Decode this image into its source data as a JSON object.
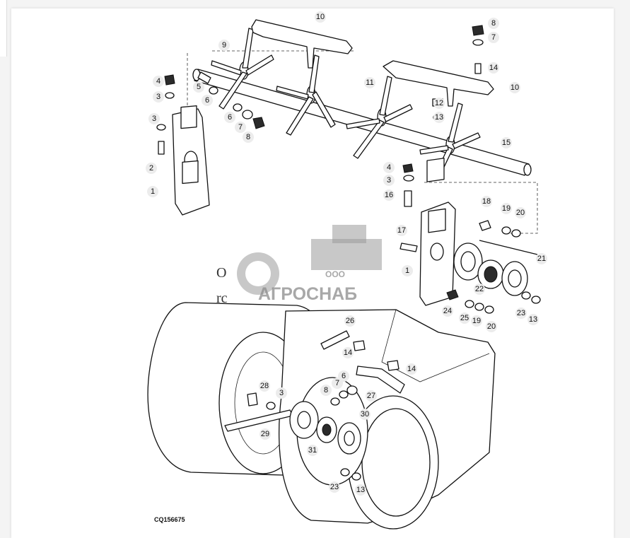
{
  "watermark": {
    "line1": "ООО",
    "line2": "АГРОСНАБ"
  },
  "stray_text": [
    "О",
    "rc"
  ],
  "reference_code": "CQ156675",
  "callouts": [
    "10",
    "8",
    "7",
    "9",
    "4",
    "3",
    "5",
    "6",
    "14",
    "10",
    "11",
    "12",
    "13",
    "6",
    "7",
    "8",
    "3",
    "2",
    "1",
    "15",
    "4",
    "3",
    "16",
    "18",
    "19",
    "20",
    "17",
    "21",
    "1",
    "22",
    "24",
    "25",
    "19",
    "20",
    "23",
    "13",
    "26",
    "14",
    "14",
    "6",
    "7",
    "28",
    "3",
    "8",
    "27",
    "30",
    "29",
    "31",
    "23",
    "13"
  ]
}
